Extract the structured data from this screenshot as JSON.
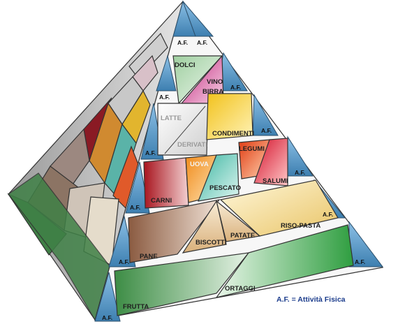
{
  "labels": {
    "dolci": "DOLCI",
    "vino": "VINO",
    "birra": "BIRRA",
    "latte": "LATTE",
    "derivati": "DERIVATI",
    "condimenti": "CONDIMENTI",
    "uova": "UOVA",
    "legumi": "LEGUMI",
    "carni": "CARNI",
    "pescato": "PESCATO",
    "salumi": "SALUMI",
    "pane": "PANE",
    "biscotti": "BISCOTTI",
    "patate": "PATATE",
    "riso_pasta": "RISO-PASTA",
    "frutta": "FRUTTA",
    "ortaggi": "ORTAGGI"
  },
  "af_label": "A.F.",
  "legend": "A.F. = Attività Fisica",
  "colors": {
    "af_blue": "#5b9bc8",
    "outline": "#2a2a2a",
    "dolci": "#b9dcb8",
    "vino_birra": "#d86aa8",
    "latte_derivati": "#e6e6e6",
    "condimenti": "#f2d24c",
    "uova": "#f5a43a",
    "legumi_salumi": "#e8442a",
    "carni": "#b8202a",
    "pescato": "#67c9b8",
    "pane": "#9a6a4e",
    "biscotti_patate": "#e9cfa4",
    "riso_pasta": "#f3e3a2",
    "frutta": "#4d9a52",
    "ortaggi": "#3fae4f"
  }
}
